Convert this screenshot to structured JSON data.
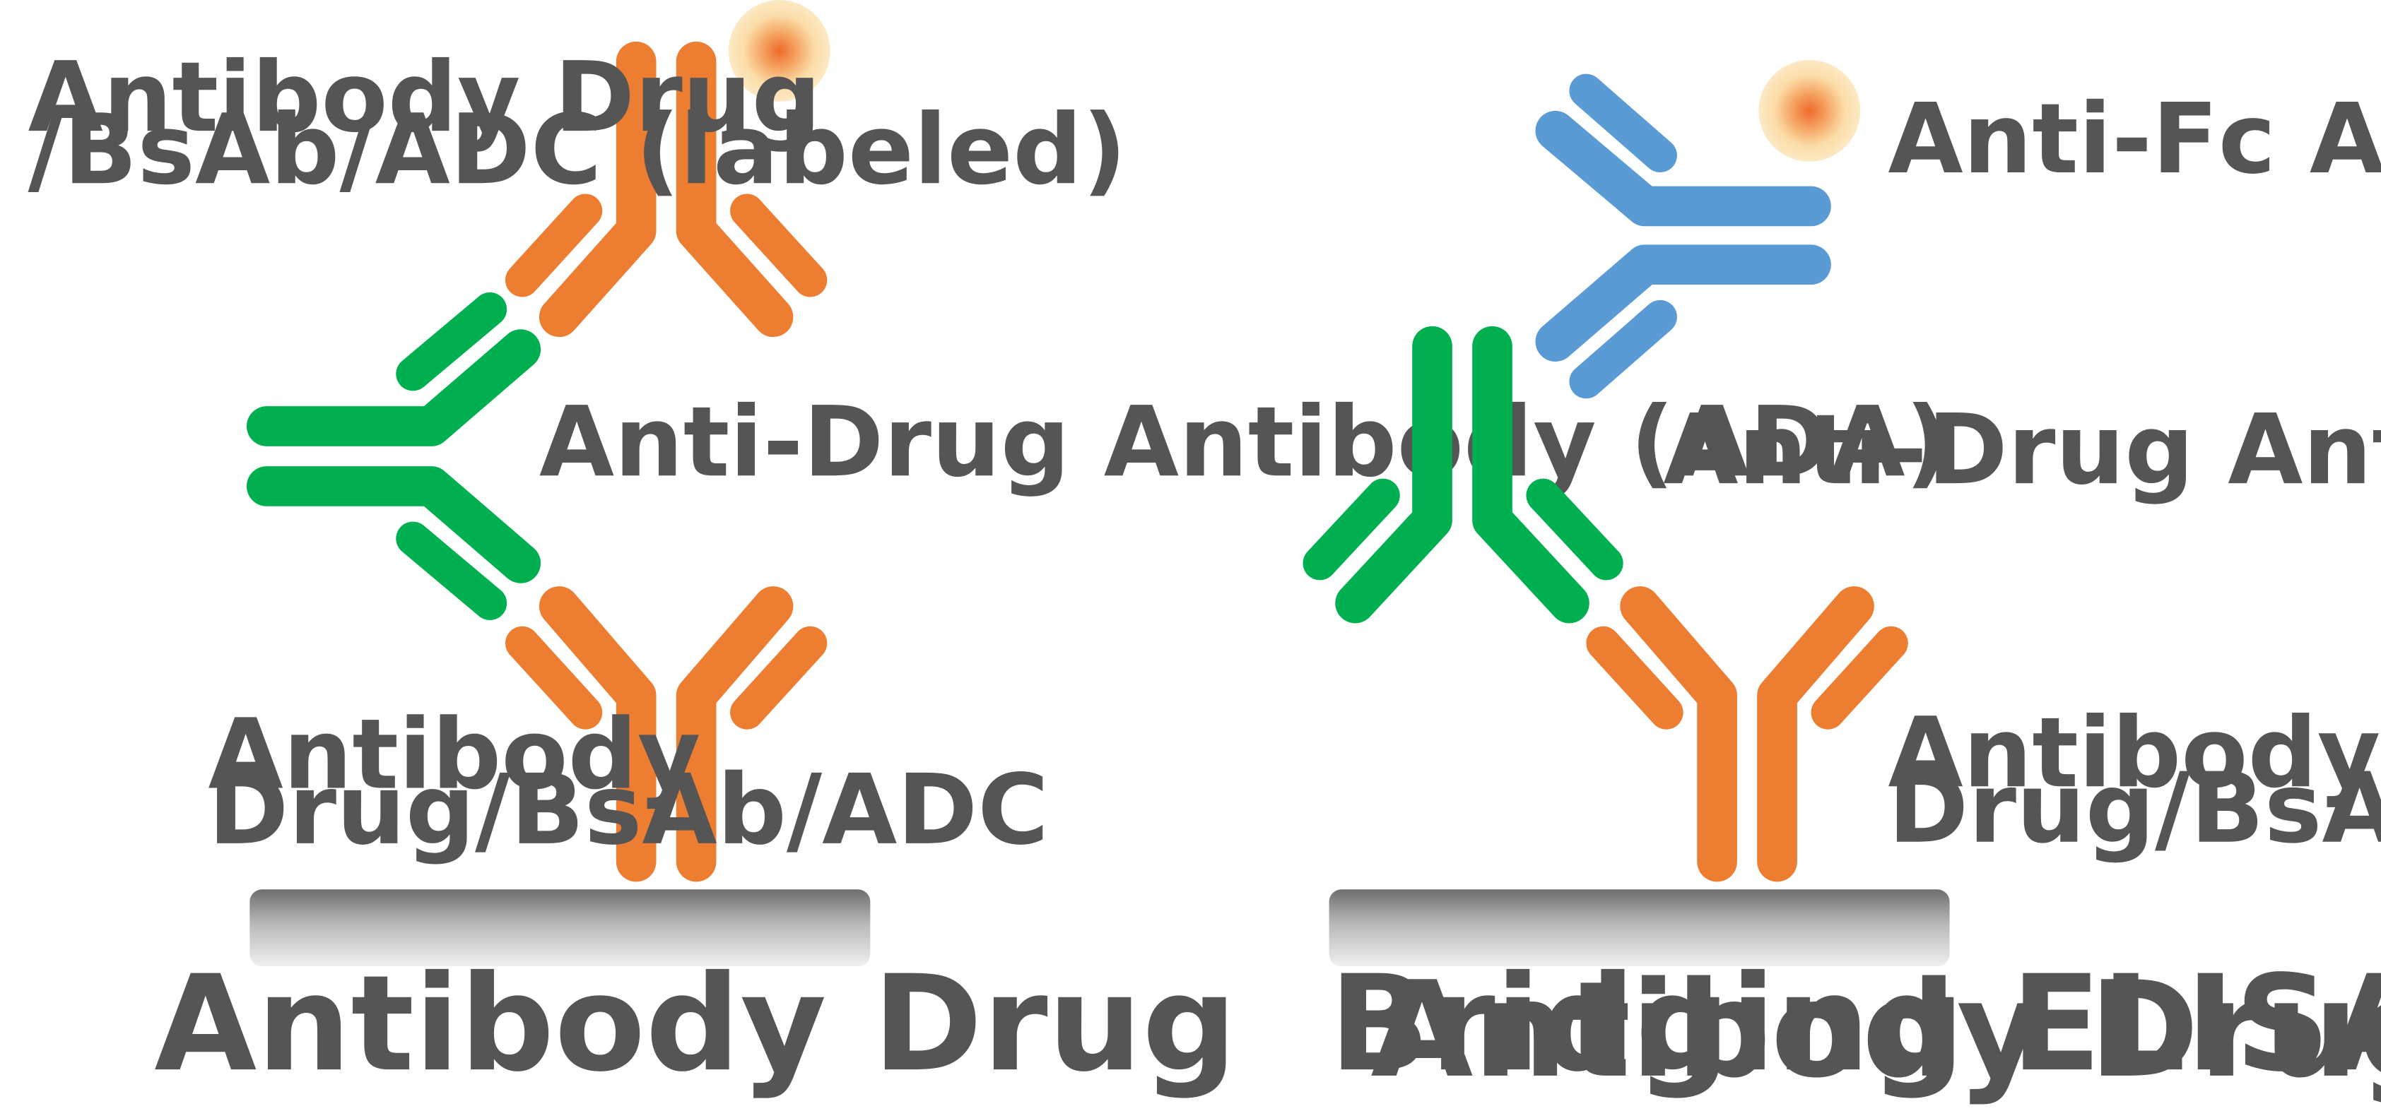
{
  "colors": {
    "drug": "#ED7D31",
    "ada": "#00B050",
    "anti_fc": "#5B9BD5",
    "label_core": "#ED7D31",
    "label_glow": "#FBE3B0",
    "text": "#555555",
    "plate_top": "#6E6E6E",
    "plate_bottom": "#EFEFEF"
  },
  "left_panel": {
    "title": "Antibody Drug  Bridging ELISA",
    "labeled_drug_label_line1": "Antibody Drug",
    "labeled_drug_label_line2": "/BsAb/ADC (labeled)",
    "ada_label": "Anti-Drug Antibody (ADA)",
    "capture_drug_label_line1": "Antibody",
    "capture_drug_label_line2": "Drug/BsAb/ADC"
  },
  "right_panel": {
    "title": "Antibody Drug Capture",
    "anti_fc_label": "Anti-Fc Ab (labeled)",
    "ada_label": "Anti-Drug Antibody (ADA)",
    "capture_drug_label_line1": "Antibody",
    "capture_drug_label_line2": "Drug/BsAb/ADC"
  }
}
